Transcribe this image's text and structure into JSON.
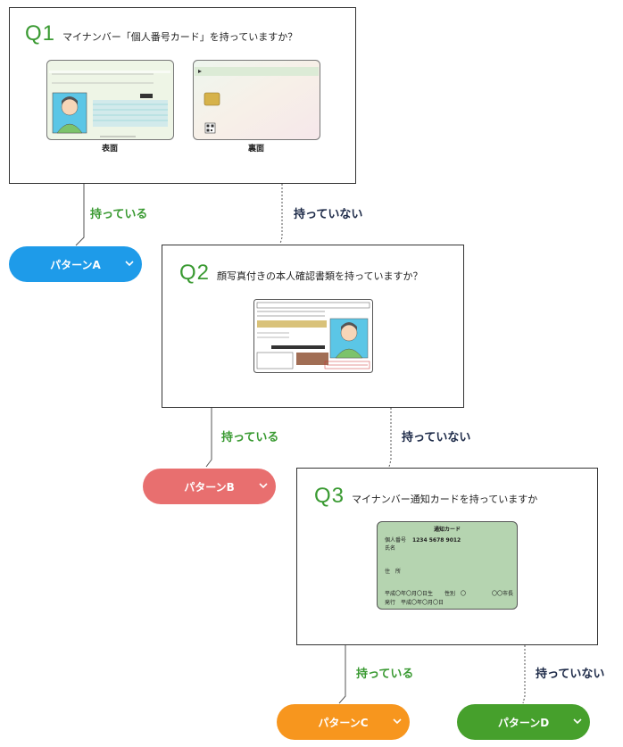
{
  "q1": {
    "num": "Q1",
    "text": "マイナンバー「個人番号カード」を持っていますか？",
    "front_caption": "表面",
    "back_caption": "裏面"
  },
  "q2": {
    "num": "Q2",
    "text": "顔写真付きの本人確認書類を持っていますか？"
  },
  "q3": {
    "num": "Q3",
    "text": "マイナンバー通知カードを持っていますか",
    "card": {
      "title": "通知カード",
      "number_label": "個人番号",
      "number": "1234 5678 9012",
      "name_label": "氏名",
      "address_label": "住　所",
      "birth": "平成〇年〇月〇日生",
      "gender": "性別　〇",
      "city": "〇〇市長",
      "issue": "発行　平成〇年〇月〇日"
    }
  },
  "labels": {
    "yes": "持っている",
    "no": "持っていない"
  },
  "patterns": {
    "a": {
      "label": "パターンA",
      "color": "#1e9be9"
    },
    "b": {
      "label": "パターンB",
      "color": "#e86f6f"
    },
    "c": {
      "label": "パターンC",
      "color": "#f7961e"
    },
    "d": {
      "label": "パターンD",
      "color": "#46a02c"
    }
  },
  "colors": {
    "accent_green": "#3a9a32",
    "no_label": "#1d2a48"
  }
}
